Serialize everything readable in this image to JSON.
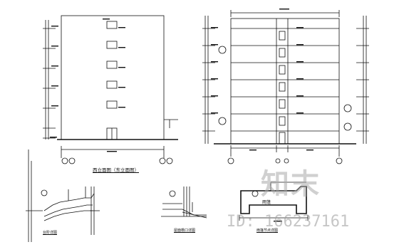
{
  "drawing": {
    "colors": {
      "line": "#111111",
      "watermark": "#9a9a9a",
      "background": "#ffffff"
    },
    "captions": {
      "west_elevation": "西立面图（东立面图）",
      "detail_stair": "台阶详图",
      "detail_eave": "屋面檐口详图",
      "detail_canopy": "雨篷节点详图",
      "canopy_tag": "雨篷"
    },
    "watermark": {
      "logo": "知末",
      "id": "ID: 166237161"
    }
  }
}
